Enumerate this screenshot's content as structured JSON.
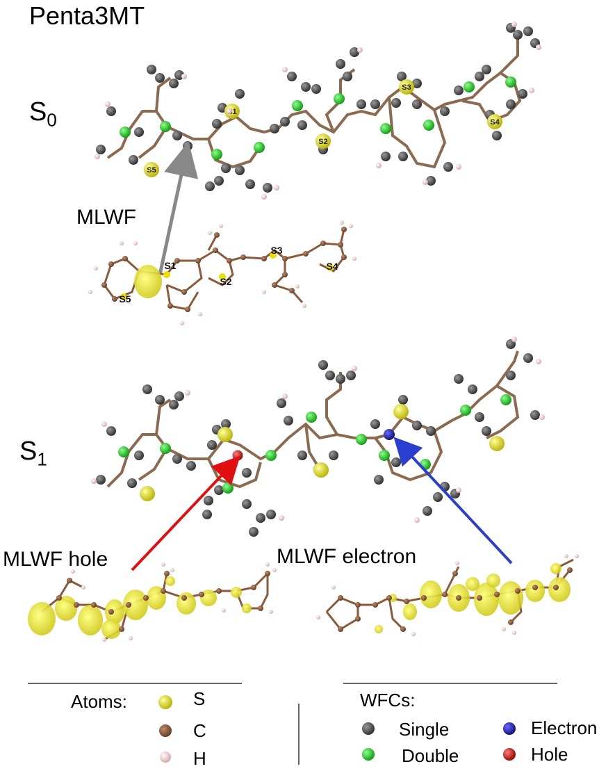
{
  "title": "Penta3MT",
  "states": {
    "s0": {
      "main": "S",
      "sub": "0"
    },
    "s1": {
      "main": "S",
      "sub": "1"
    }
  },
  "labels": {
    "mlwf": "MLWF",
    "mlwf_hole": "MLWF hole",
    "mlwf_electron": "MLWF electron"
  },
  "sulfur_labels": [
    "S1",
    "S2",
    "S3",
    "S4",
    "S5"
  ],
  "legend": {
    "atoms_title": "Atoms:",
    "atoms": [
      {
        "symbol": "S",
        "color": "#e8e000"
      },
      {
        "symbol": "C",
        "color": "#8b5a3c"
      },
      {
        "symbol": "H",
        "color": "#f2c8c8"
      }
    ],
    "wfcs_title": "WFCs:",
    "wfcs": [
      {
        "label": "Single",
        "color": "#555555"
      },
      {
        "label": "Double",
        "color": "#19d219"
      },
      {
        "label": "Electron",
        "color": "#1a1aa0"
      },
      {
        "label": "Hole",
        "color": "#d01010"
      }
    ]
  },
  "colors": {
    "sulfur": "#e8e000",
    "carbon": "#8b5a3c",
    "hydrogen": "#f2c8c8",
    "wfc_single": "#555555",
    "wfc_double": "#19d219",
    "electron": "#1a1aa0",
    "hole": "#d01010",
    "arrow_mlwf": "#888888",
    "arrow_hole": "#e01010",
    "arrow_electron": "#2a3fd0"
  }
}
